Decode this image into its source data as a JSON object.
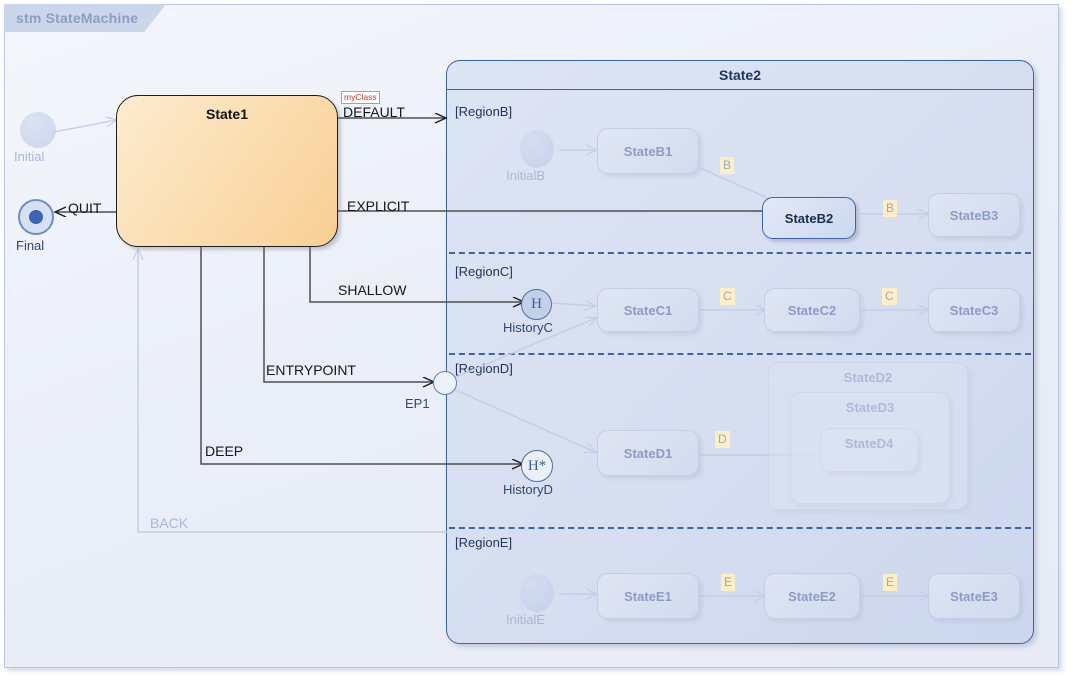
{
  "frame": {
    "title": "stm StateMachine"
  },
  "state1": {
    "name": "State1",
    "stereotype": "myClass"
  },
  "pseudostates": {
    "initial": {
      "label": "Initial"
    },
    "final": {
      "label": "Final"
    },
    "entrypoint": {
      "label": "EP1"
    },
    "history_c": {
      "label": "HistoryC",
      "glyph": "H"
    },
    "history_d": {
      "label": "HistoryD",
      "glyph": "H*"
    }
  },
  "state2": {
    "name": "State2",
    "regions": [
      {
        "label": "[RegionB]",
        "nodes": [
          {
            "name": "InitialB",
            "kind": "initial"
          },
          {
            "name": "StateB1",
            "kind": "state"
          },
          {
            "name": "StateB2",
            "kind": "state-active"
          },
          {
            "name": "StateB3",
            "kind": "state"
          }
        ],
        "events": [
          "B",
          "B"
        ]
      },
      {
        "label": "[RegionC]",
        "nodes": [
          {
            "name": "HistoryC",
            "kind": "history"
          },
          {
            "name": "StateC1",
            "kind": "state"
          },
          {
            "name": "StateC2",
            "kind": "state"
          },
          {
            "name": "StateC3",
            "kind": "state"
          }
        ],
        "events": [
          "C",
          "C"
        ]
      },
      {
        "label": "[RegionD]",
        "nodes": [
          {
            "name": "HistoryD",
            "kind": "deep-history"
          },
          {
            "name": "StateD1",
            "kind": "state"
          },
          {
            "name": "StateD2",
            "kind": "state"
          },
          {
            "name": "StateD3",
            "kind": "state"
          },
          {
            "name": "StateD4",
            "kind": "state"
          }
        ],
        "events": [
          "D"
        ]
      },
      {
        "label": "[RegionE]",
        "nodes": [
          {
            "name": "InitialE",
            "kind": "initial"
          },
          {
            "name": "StateE1",
            "kind": "state"
          },
          {
            "name": "StateE2",
            "kind": "state"
          },
          {
            "name": "StateE3",
            "kind": "state"
          }
        ],
        "events": [
          "E",
          "E"
        ]
      }
    ]
  },
  "transitions": {
    "default": "DEFAULT",
    "explicit": "EXPLICIT",
    "shallow": "SHALLOW",
    "entrypoint": "ENTRYPOINT",
    "deep": "DEEP",
    "quit": "QUIT",
    "back": "BACK"
  },
  "colors": {
    "state1_fill": "#fbdcae",
    "state1_border": "#1d1d1d",
    "state2_fill": "#d5ddf0",
    "state2_border": "#3f63ab",
    "event_badge": "#fdeec5",
    "stereotype_text": "#c0392b",
    "ghost_text": "#a9b8d6",
    "canvas_bg": "#eaeef8"
  }
}
